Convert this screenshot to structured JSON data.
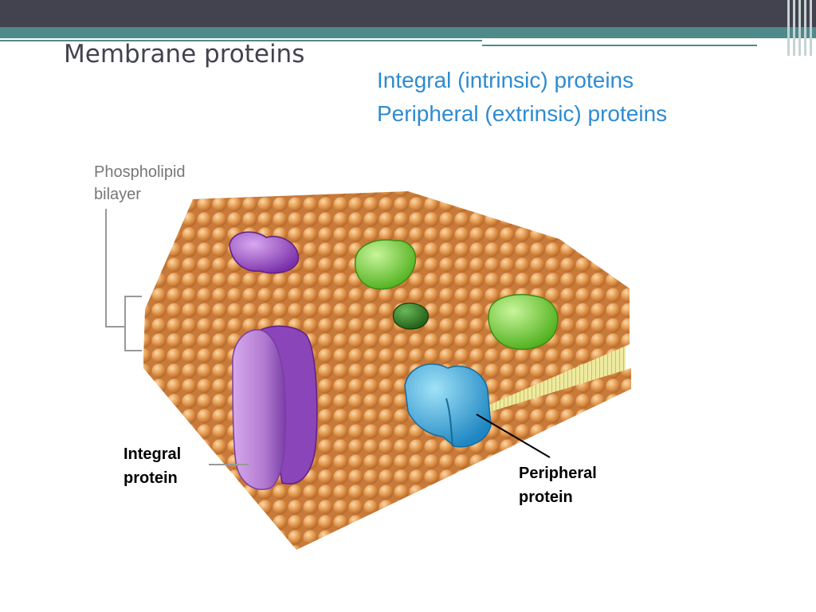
{
  "slide": {
    "title": "Membrane proteins",
    "bullets": [
      "Integral (intrinsic) proteins",
      "Peripheral (extrinsic) proteins"
    ]
  },
  "figure": {
    "bilayer_label": [
      "Phospholipid",
      "bilayer"
    ],
    "integral_label": [
      "Integral",
      "protein"
    ],
    "peripheral_label": [
      "Peripheral",
      "protein"
    ]
  },
  "colors": {
    "header_dark": "#43434f",
    "header_teal": "#4f8a8a",
    "title_text": "#43434f",
    "bullet_text": "#2e8bd0",
    "phospholipid_head": "#e49a50",
    "lipid_tail": "#e6e29a",
    "integral_protein": "#b27ad0",
    "protein_purple": "#8a3fb8",
    "protein_green": "#6fd42a",
    "protein_dark_green": "#2f7a1e",
    "peripheral_protein": "#2fa6d8"
  },
  "icons": []
}
